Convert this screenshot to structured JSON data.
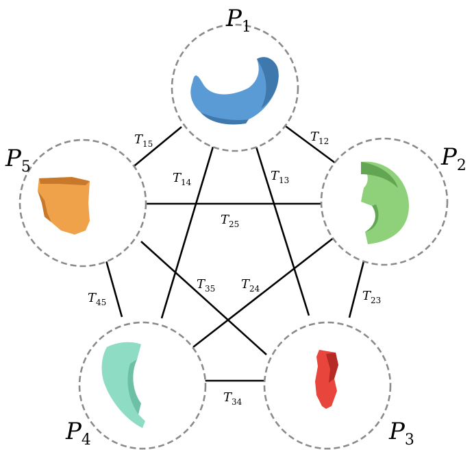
{
  "nodes": [
    {
      "id": "P1",
      "letter": "P",
      "index": "1",
      "color": "#5b9bd5",
      "shade": "#3f78ad"
    },
    {
      "id": "P2",
      "letter": "P",
      "index": "2",
      "color": "#8fd17a",
      "shade": "#62a552"
    },
    {
      "id": "P3",
      "letter": "P",
      "index": "3",
      "color": "#e8453c",
      "shade": "#b52a24"
    },
    {
      "id": "P4",
      "letter": "P",
      "index": "4",
      "color": "#8edcc3",
      "shade": "#5fb39a"
    },
    {
      "id": "P5",
      "letter": "P",
      "index": "5",
      "color": "#f0a24a",
      "shade": "#c7782a"
    }
  ],
  "edges": [
    {
      "id": "T12",
      "letter": "T",
      "index": "12"
    },
    {
      "id": "T13",
      "letter": "T",
      "index": "13"
    },
    {
      "id": "T14",
      "letter": "T",
      "index": "14"
    },
    {
      "id": "T15",
      "letter": "T",
      "index": "15"
    },
    {
      "id": "T23",
      "letter": "T",
      "index": "23"
    },
    {
      "id": "T24",
      "letter": "T",
      "index": "24"
    },
    {
      "id": "T25",
      "letter": "T",
      "index": "25"
    },
    {
      "id": "T34",
      "letter": "T",
      "index": "34"
    },
    {
      "id": "T35",
      "letter": "T",
      "index": "35"
    },
    {
      "id": "T45",
      "letter": "T",
      "index": "45"
    }
  ]
}
